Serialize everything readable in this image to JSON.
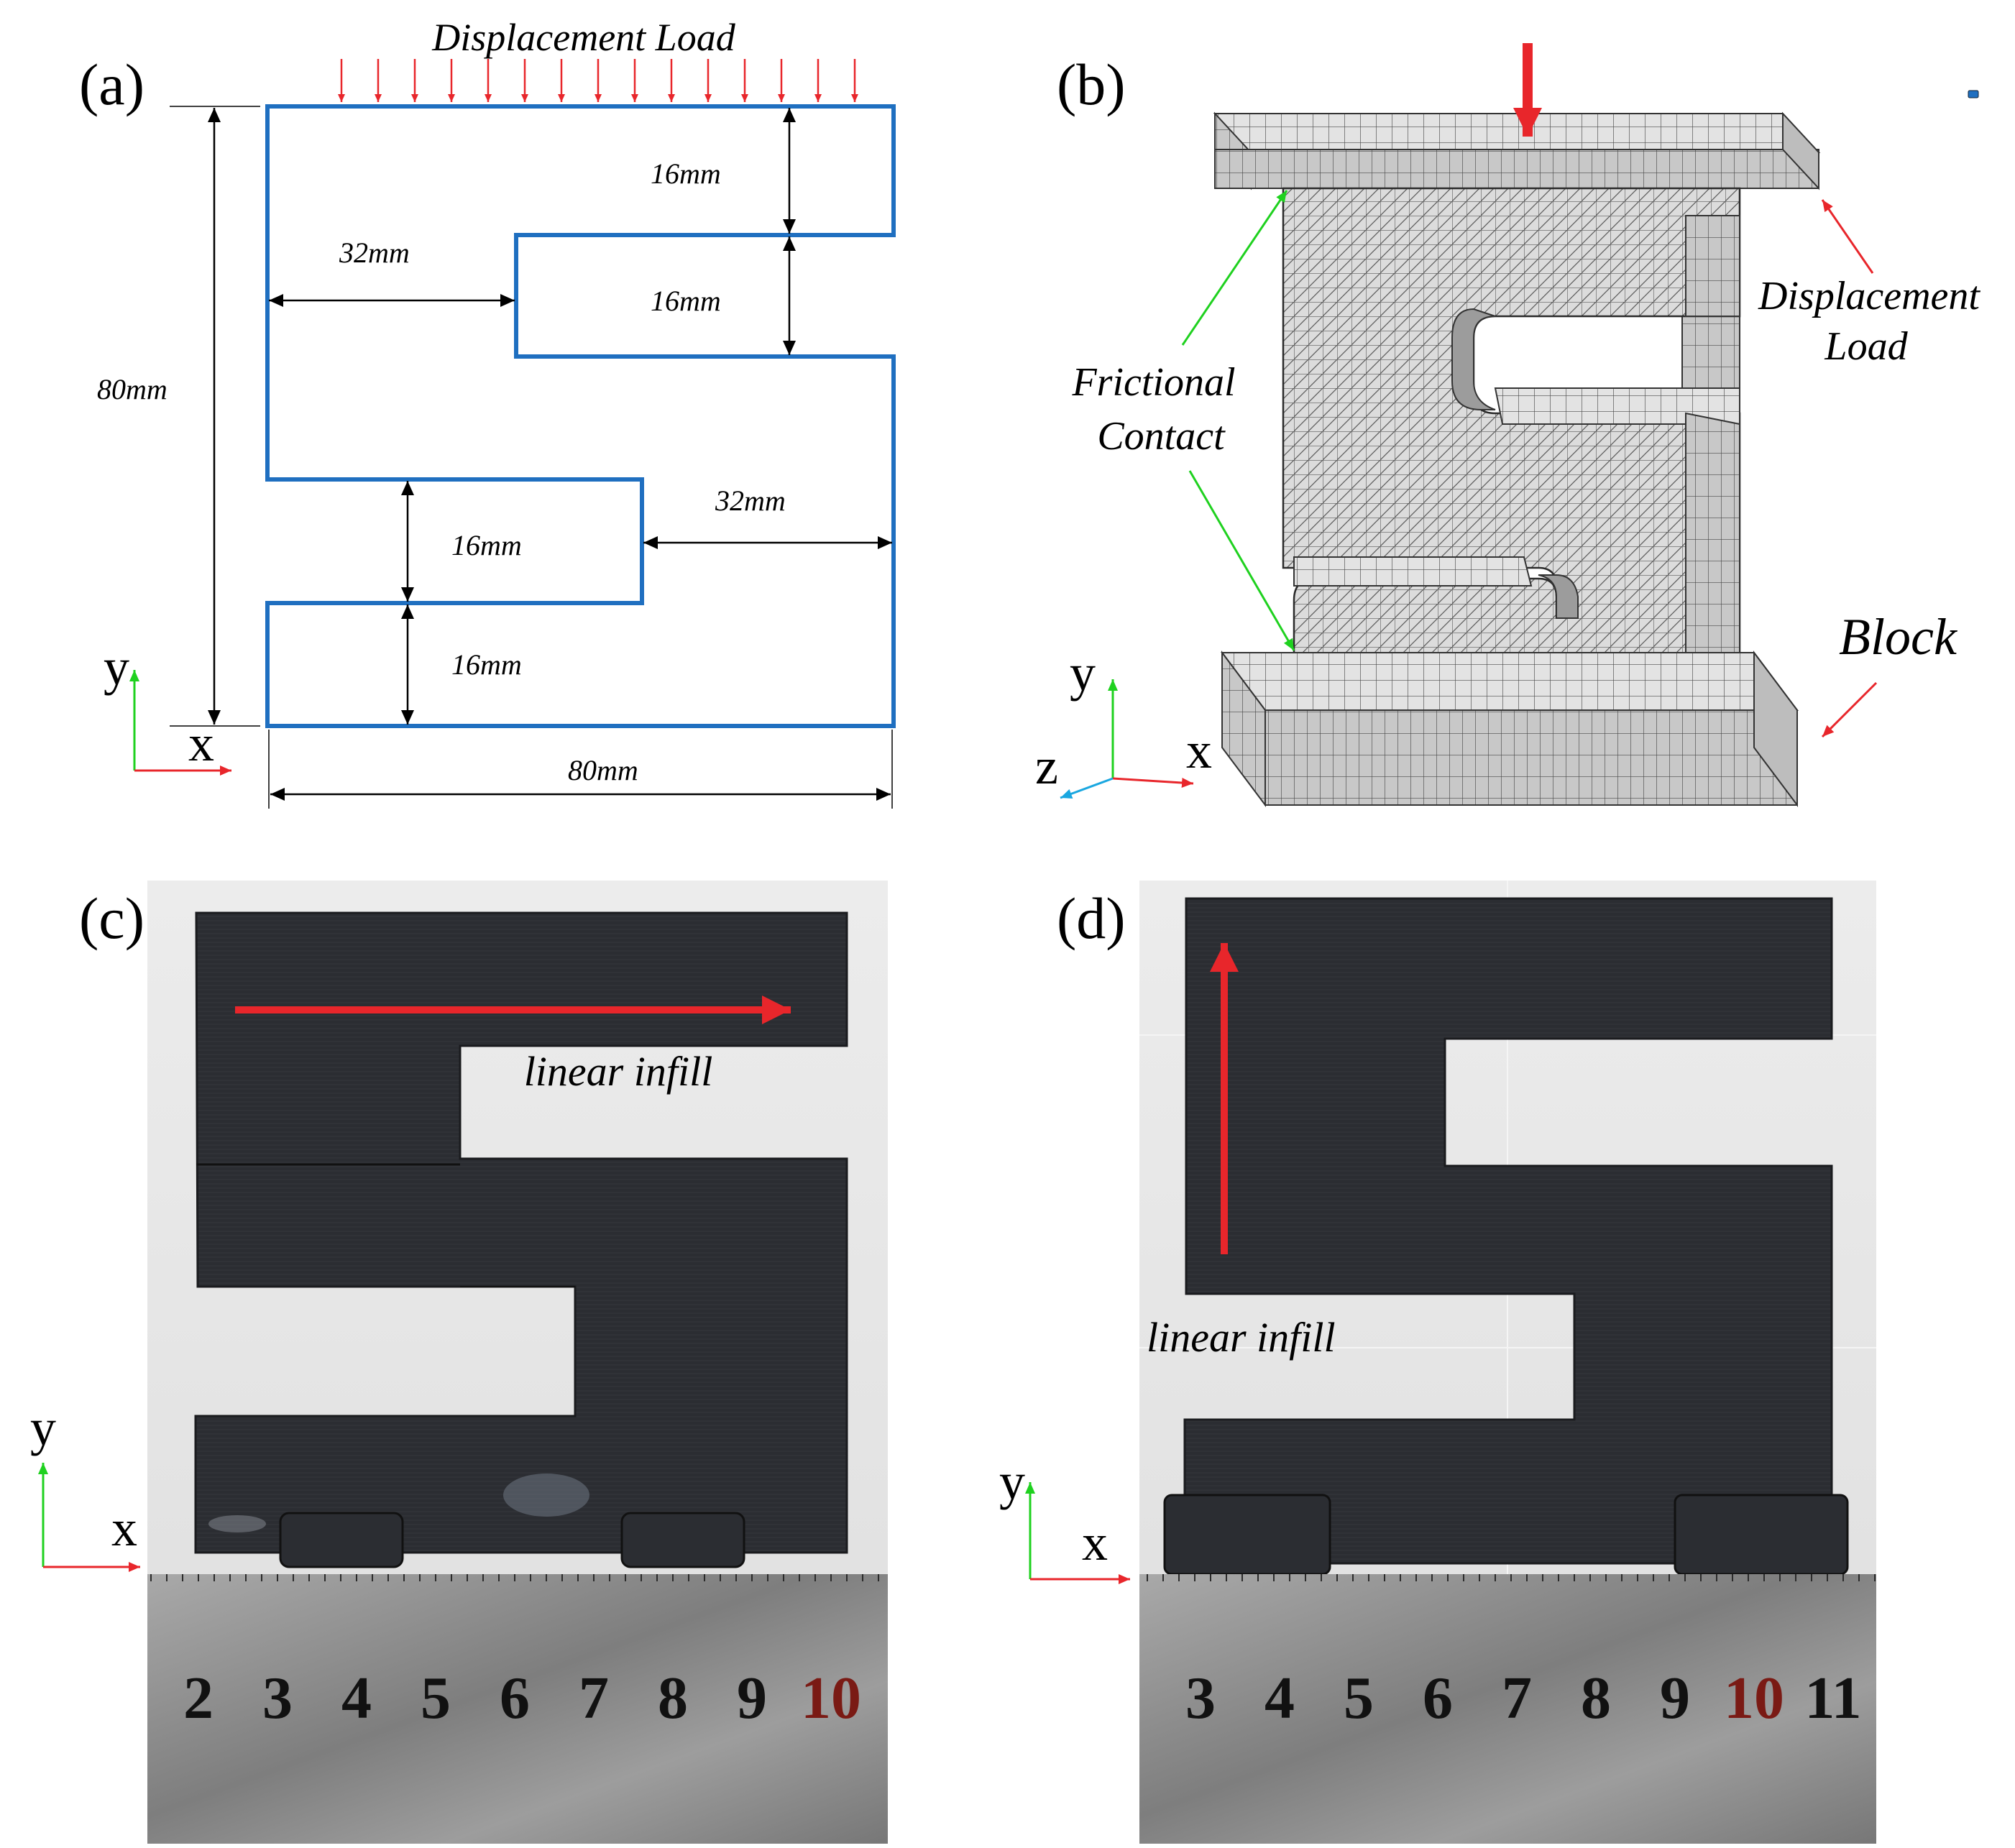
{
  "panels": {
    "a": {
      "label": "(a)",
      "load_label": "Displacement Load",
      "dims": {
        "top_16": "16mm",
        "mid_16": "16mm",
        "left_32": "32mm",
        "height_80": "80mm",
        "right_32": "32mm",
        "low_16": "16mm",
        "bottom_16": "16mm",
        "width_80": "80mm"
      },
      "axes": {
        "y": "y",
        "x": "x"
      }
    },
    "b": {
      "label": "(b)",
      "displacement_label_line1": "Displacement",
      "displacement_label_line2": "Load",
      "friction_line1": "Frictional",
      "friction_line2": "Contact",
      "block_label": "Block",
      "axes": {
        "y": "y",
        "x": "x",
        "z": "z"
      }
    },
    "c": {
      "label": "(c)",
      "infill_label": "linear infill",
      "ruler_numbers": [
        "2",
        "3",
        "4",
        "5",
        "6",
        "7",
        "8",
        "9",
        "10"
      ],
      "axes": {
        "y": "y",
        "x": "x"
      }
    },
    "d": {
      "label": "(d)",
      "infill_label": "linear infill",
      "ruler_numbers": [
        "3",
        "4",
        "5",
        "6",
        "7",
        "8",
        "9",
        "10",
        "11"
      ],
      "axes": {
        "y": "y",
        "x": "x"
      }
    }
  },
  "colors": {
    "outline_blue": "#1f6fc0",
    "load_red": "#e8262b",
    "axis_green": "#1fd11f",
    "axis_red": "#e8262b",
    "axis_cyan": "#1aa7e0",
    "mesh_gray": "#d4d4d4",
    "specimen_black": "#2a2c31",
    "ruler_steel": "#8c8c8c",
    "ruler_highlight_red": "#7a1a14"
  }
}
